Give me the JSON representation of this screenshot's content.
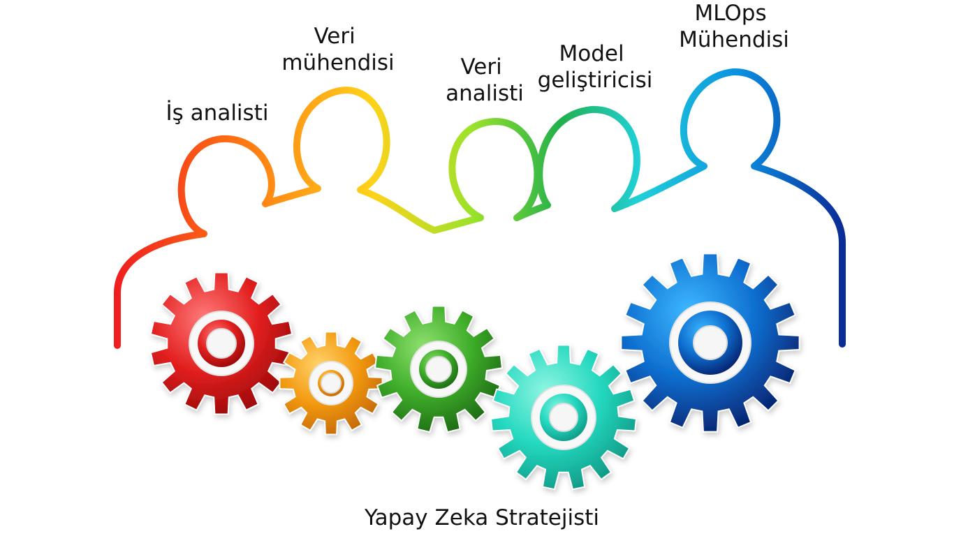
{
  "diagram": {
    "roles": [
      {
        "id": "is-analisti",
        "lines": [
          "İş analisti"
        ],
        "color": "#ef3b1a"
      },
      {
        "id": "veri-muhendisi",
        "lines": [
          "Veri",
          "mühendisi"
        ],
        "color": "#f4b21b"
      },
      {
        "id": "veri-analisti",
        "lines": [
          "Veri",
          "analisti"
        ],
        "color": "#8fdb2a"
      },
      {
        "id": "model-gelistiricisi",
        "lines": [
          "Model",
          "geliştiricisi"
        ],
        "color": "#22b04c"
      },
      {
        "id": "mlops-muhendisi",
        "lines": [
          "MLOps",
          "Mühendisi"
        ],
        "color": "#20d0d8"
      }
    ],
    "caption": "Yapay Zeka Stratejisti",
    "outline_gradient": [
      "#ef1f1f",
      "#ff7a12",
      "#ffd21a",
      "#9be22a",
      "#22b04c",
      "#20d0d8",
      "#0b8fe0",
      "#0a2c97"
    ],
    "gears": [
      {
        "id": "red-gear",
        "label": "red",
        "colors": [
          "#ff7a7a",
          "#e32020",
          "#9b0808"
        ]
      },
      {
        "id": "orange-gear",
        "label": "orange",
        "colors": [
          "#ffd36a",
          "#f39a12",
          "#c66a05"
        ]
      },
      {
        "id": "green-gear",
        "label": "green",
        "colors": [
          "#8ee06f",
          "#3fae2a",
          "#1d6b14"
        ]
      },
      {
        "id": "teal-gear",
        "label": "teal",
        "colors": [
          "#8ff5e2",
          "#24d8bf",
          "#0f9a86"
        ]
      },
      {
        "id": "blue-gear",
        "label": "blue",
        "colors": [
          "#3db8ff",
          "#0e6fd0",
          "#05226f"
        ]
      }
    ]
  }
}
